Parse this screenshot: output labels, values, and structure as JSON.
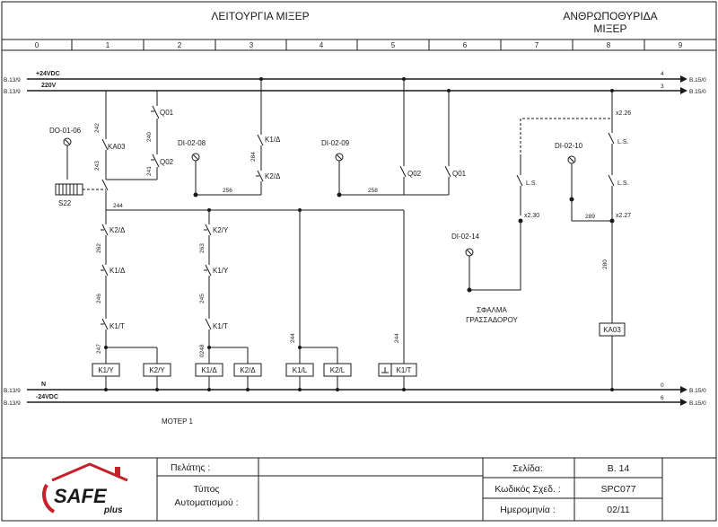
{
  "header": {
    "title_left": "ΛΕΙΤΟΥΡΓΙΑ ΜΙΞΕΡ",
    "title_right_line1": "ΑΝΘΡΩΠΟΘΥΡΙΔΑ",
    "title_right_line2": "ΜΙΞΕΡ"
  },
  "columns": [
    "0",
    "1",
    "2",
    "3",
    "4",
    "5",
    "6",
    "7",
    "8",
    "9"
  ],
  "rails": {
    "top": [
      {
        "ref": "B.13/9",
        "label": "+24VDC",
        "end_num": "4",
        "dest": "B.15/0"
      },
      {
        "ref": "B.13/9",
        "label": "220V",
        "end_num": "3",
        "dest": "B.15/0"
      }
    ],
    "bottom": [
      {
        "ref": "B.13/9",
        "label": "N",
        "end_num": "0",
        "dest": "B.15/0"
      },
      {
        "ref": "B.13/9",
        "label": "-24VDC",
        "end_num": "6",
        "dest": "B.15/0"
      }
    ]
  },
  "labels": {
    "do_01_06": "DO-01-06",
    "ka03": "KA03",
    "s22": "S22",
    "q01": "Q01",
    "q02": "Q02",
    "w242": "242",
    "w243": "243",
    "w240": "240",
    "w241": "241",
    "w244": "244",
    "di_02_08": "DI-02-08",
    "k1_delta": "K1/Δ",
    "w284": "284",
    "k2_delta": "K2/Δ",
    "w256": "256",
    "di_02_09": "DI-02-09",
    "w258": "258",
    "q02b": "Q02",
    "q01b": "Q01",
    "k2_y": "K2/Δ",
    "w262": "262",
    "k1_delta_b": "K1/Δ",
    "w246": "246",
    "k1_t": "K1/T",
    "w247": "247",
    "k2y_b": "K2/Y",
    "w263": "263",
    "k1y": "K1/Y",
    "w245": "245",
    "k1t_b": "K1/T",
    "w0248": "0248",
    "w244b": "244",
    "w244c": "244",
    "coil_k1y": "K1/Y",
    "coil_k2y": "K2/Y",
    "coil_k1d": "K1/Δ",
    "coil_k2d": "K2/Δ",
    "coil_k1l": "K1/L",
    "coil_k2l": "K2/L",
    "coil_k1t": "K1/T",
    "motor": "ΜΟΤΕΡ 1",
    "x2_26": "x2.26",
    "di_02_10": "DI-02-10",
    "ls1": "L.S.",
    "ls2": "L.S.",
    "ls3": "L.S.",
    "x2_30": "x2.30",
    "w289": "289",
    "x2_27": "x2.27",
    "di_02_14": "DI-02-14",
    "fault1": "ΣΦΑΛΜΑ",
    "fault2": "ΓΡΑΣΣΑΔΟΡΟΥ",
    "w280": "280",
    "ka03_coil": "KA03"
  },
  "footer": {
    "logo_text": "SAFE",
    "logo_sub": "plus",
    "client_label": "Πελάτης :",
    "client_value": "",
    "auto_type_label_1": "Τύπος",
    "auto_type_label_2": "Αυτοματισμού :",
    "auto_type_value": "",
    "page_label": "Σελίδα:",
    "page_value": "B. 14",
    "code_label": "Κωδικός Σχεδ. :",
    "code_value": "SPC077",
    "date_label": "Ημερομηνία :",
    "date_value": "02/11"
  },
  "colors": {
    "ink": "#1a1a1a",
    "logo_blue": "#1c3f8c",
    "logo_red": "#c8202a"
  }
}
